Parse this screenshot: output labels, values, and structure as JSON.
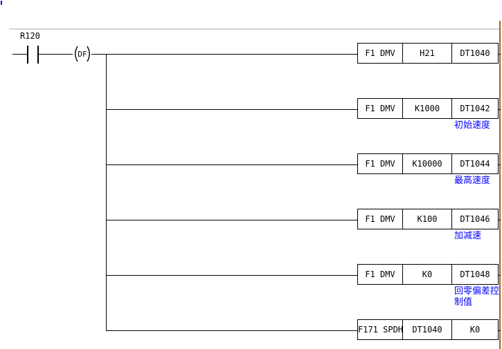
{
  "ladder": {
    "contact_label": "R120",
    "coil_label": "DF",
    "rungs": [
      {
        "cells": [
          "F1 DMV",
          "H21",
          "DT1040"
        ],
        "comment": ""
      },
      {
        "cells": [
          "F1 DMV",
          "K1000",
          "DT1042"
        ],
        "comment": "初始速度"
      },
      {
        "cells": [
          "F1 DMV",
          "K10000",
          "DT1044"
        ],
        "comment": "最高速度"
      },
      {
        "cells": [
          "F1 DMV",
          "K100",
          "DT1046"
        ],
        "comment": "加减速"
      },
      {
        "cells": [
          "F1 DMV",
          "K0",
          "DT1048"
        ],
        "comment": "回零偏差控制值"
      },
      {
        "cells": [
          "F171 SPDH",
          "DT1040",
          "K0"
        ],
        "comment": ""
      }
    ],
    "colors": {
      "wire": "#000000",
      "rail": "#9c6614",
      "separator": "#d4d4d4",
      "comment_text": "#0000ff",
      "cursor": "#0000cc"
    }
  }
}
